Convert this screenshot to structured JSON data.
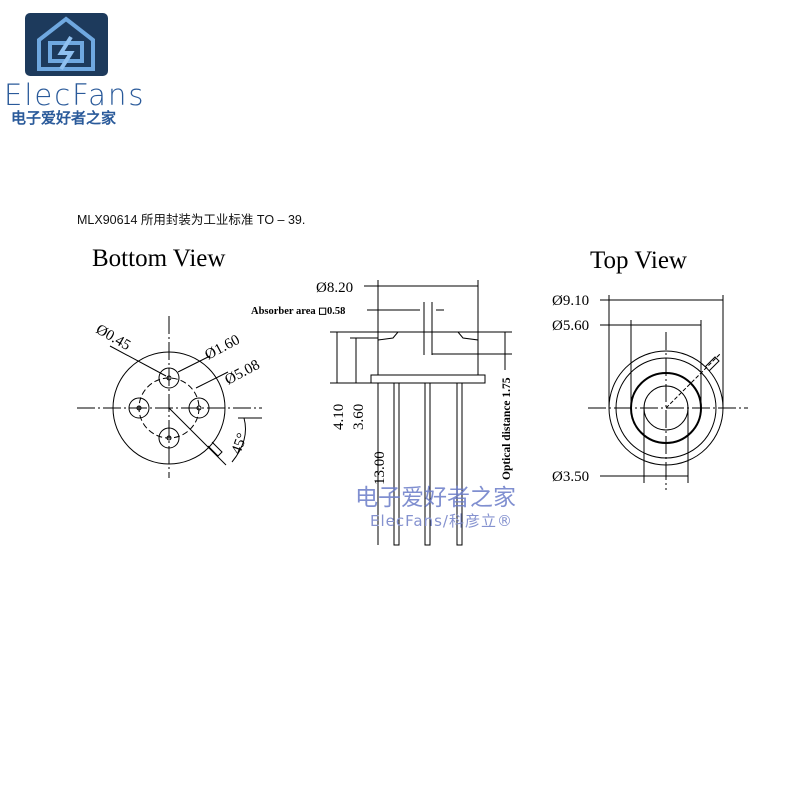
{
  "logo": {
    "name": "ElecFans",
    "subtitle": "电子爱好者之家"
  },
  "caption": "MLX90614 所用封装为工业标准  TO – 39.",
  "bottom_view": {
    "title": "Bottom View",
    "pin_dia": "Ø0.45",
    "pin_pad": "Ø1.60",
    "pin_circle": "Ø5.08",
    "tab_angle": "45°"
  },
  "side_view": {
    "body_dia": "Ø8.20",
    "absorber": "Absorber area ◻0.58",
    "height_total": "4.10",
    "height_can": "3.60",
    "lead_length": "13.00",
    "optical": "Optical distance 1.75"
  },
  "top_view": {
    "title": "Top View",
    "outer_dia": "Ø9.10",
    "window_dia": "Ø5.60",
    "aperture_dia": "Ø3.50"
  },
  "watermark": {
    "line1": "电子爱好者之家",
    "line2": "ElecFans/科彦立®"
  }
}
